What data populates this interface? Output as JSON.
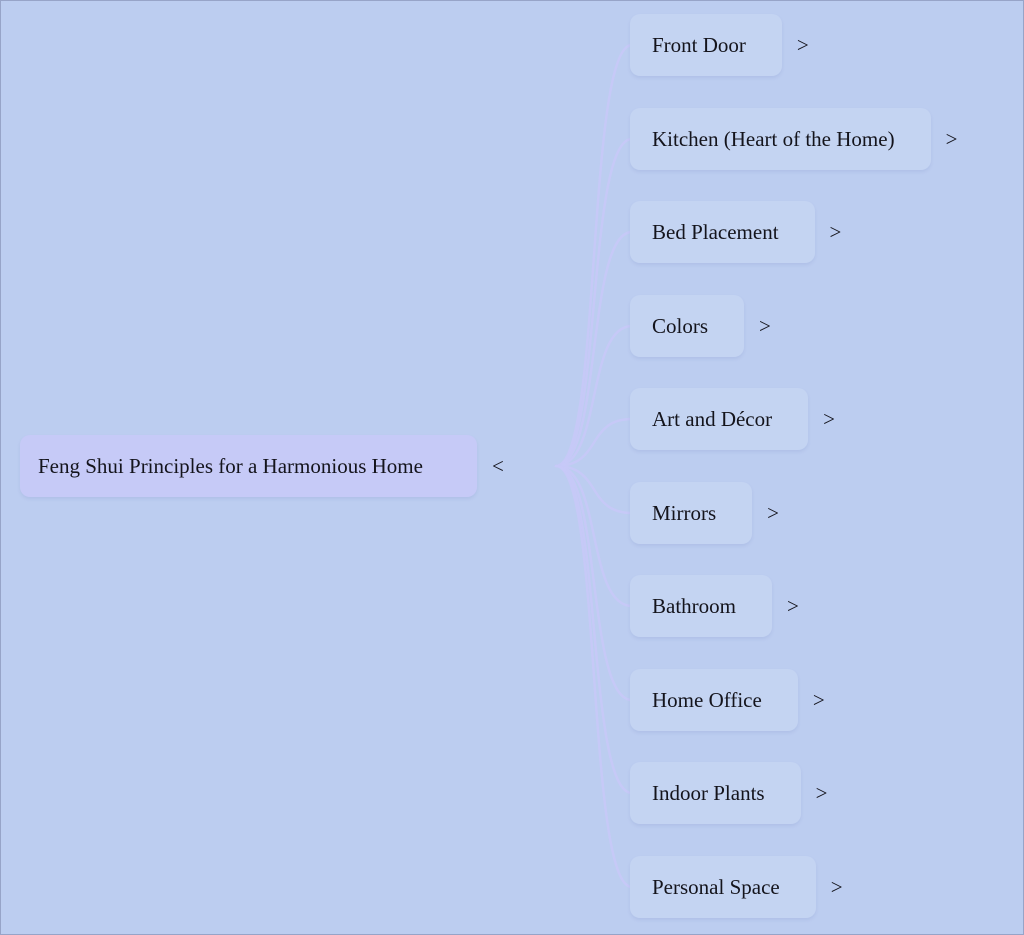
{
  "colors": {
    "canvas_bg": "#bccdf0",
    "child_node_bg": "#c4d4f2",
    "root_node_bg": "#c6caf7",
    "link_color": "#c6c9f7",
    "text_color": "#14141c"
  },
  "mindmap": {
    "root": {
      "label": "Feng Shui Principles for a Harmonious Home",
      "collapse_indicator": "<"
    },
    "children": [
      {
        "label": "Front Door",
        "expand_indicator": ">"
      },
      {
        "label": "Kitchen (Heart of the Home)",
        "expand_indicator": ">"
      },
      {
        "label": "Bed Placement",
        "expand_indicator": ">"
      },
      {
        "label": "Colors",
        "expand_indicator": ">"
      },
      {
        "label": "Art and Décor",
        "expand_indicator": ">"
      },
      {
        "label": "Mirrors",
        "expand_indicator": ">"
      },
      {
        "label": "Bathroom",
        "expand_indicator": ">"
      },
      {
        "label": "Home Office",
        "expand_indicator": ">"
      },
      {
        "label": "Indoor Plants",
        "expand_indicator": ">"
      },
      {
        "label": "Personal Space",
        "expand_indicator": ">"
      }
    ]
  }
}
